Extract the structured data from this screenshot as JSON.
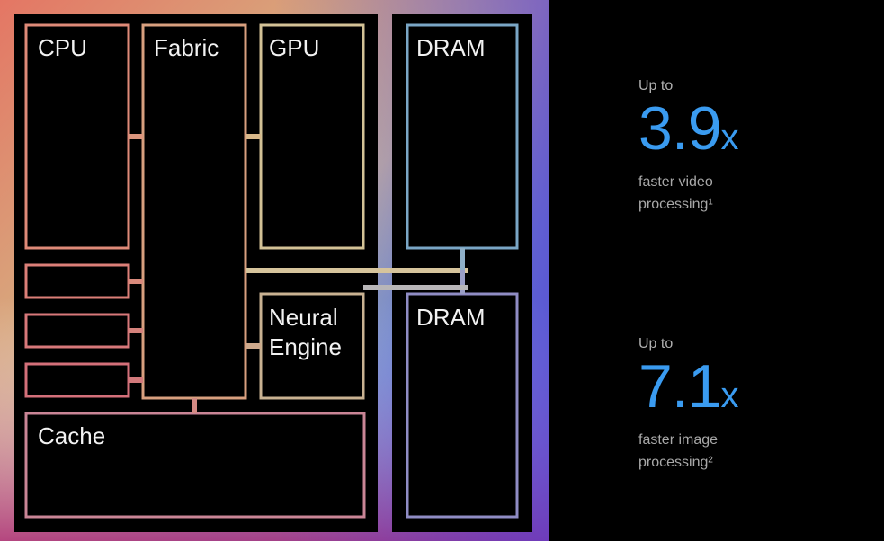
{
  "diagram": {
    "labels": {
      "cpu": "CPU",
      "fabric": "Fabric",
      "gpu": "GPU",
      "dram_top": "DRAM",
      "dram_bottom": "DRAM",
      "neural_line1": "Neural",
      "neural_line2": "Engine",
      "cache": "Cache"
    }
  },
  "stats": [
    {
      "prefix": "Up to",
      "value": "3.9",
      "unit": "x",
      "line1": "faster video",
      "line2": "processing¹"
    },
    {
      "prefix": "Up to",
      "value": "7.1",
      "unit": "x",
      "line1": "faster image",
      "line2": "processing²"
    }
  ],
  "colors": {
    "background": "#000000",
    "accent": "#3a9bf0",
    "chip_gradient": [
      "#e07a6a",
      "#d8a67c",
      "#d9c99a",
      "#6fa8d6",
      "#2f7de6",
      "#7b3fc4",
      "#d03a6a"
    ]
  }
}
